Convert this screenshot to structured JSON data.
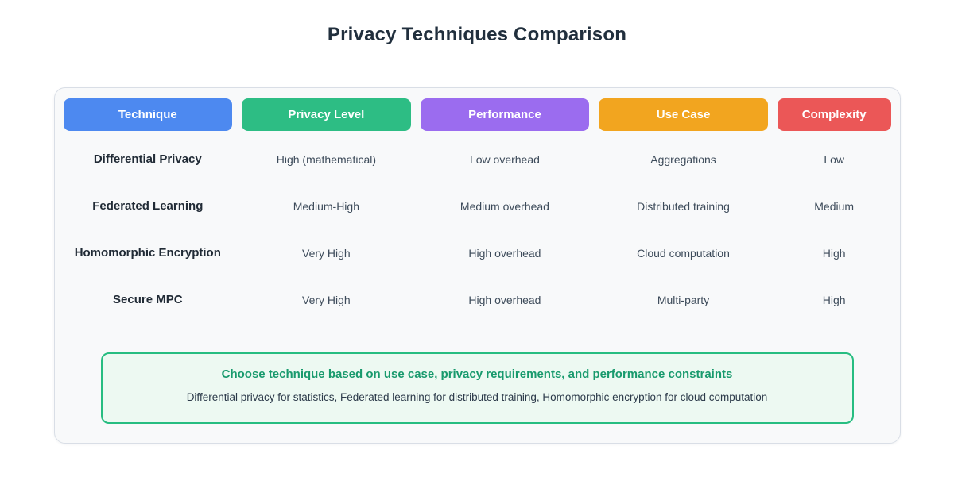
{
  "chart_data": {
    "type": "table",
    "title": "Privacy Techniques Comparison",
    "columns": [
      {
        "label": "Technique",
        "color": "#4d89f0"
      },
      {
        "label": "Privacy Level",
        "color": "#2dbd84"
      },
      {
        "label": "Performance",
        "color": "#9b6cef"
      },
      {
        "label": "Use Case",
        "color": "#f2a51f"
      },
      {
        "label": "Complexity",
        "color": "#eb5757"
      }
    ],
    "rows": [
      [
        "Differential Privacy",
        "High (mathematical)",
        "Low overhead",
        "Aggregations",
        "Low"
      ],
      [
        "Federated Learning",
        "Medium-High",
        "Medium overhead",
        "Distributed training",
        "Medium"
      ],
      [
        "Homomorphic Encryption",
        "Very High",
        "High overhead",
        "Cloud computation",
        "High"
      ],
      [
        "Secure MPC",
        "Very High",
        "High overhead",
        "Multi-party",
        "High"
      ]
    ],
    "annotations": {
      "note_title": "Choose technique based on use case, privacy requirements, and performance constraints",
      "note_subtitle": "Differential privacy for statistics, Federated learning for distributed training, Homomorphic encryption for cloud computation"
    },
    "layout": "comparison table with colored column header pills and recommendation note box"
  },
  "colors": {
    "page_background": "#ffffff",
    "title_text": "#212f3d",
    "card_background": "#f8f9fa",
    "card_border": "#d9dee6",
    "row_header_text": "#212b36",
    "cell_text": "#3d4b5a",
    "note_background": "#edf9f2",
    "note_border": "#27bd81",
    "note_title_text": "#189a6d",
    "note_subtitle_text": "#2c3a4a"
  }
}
